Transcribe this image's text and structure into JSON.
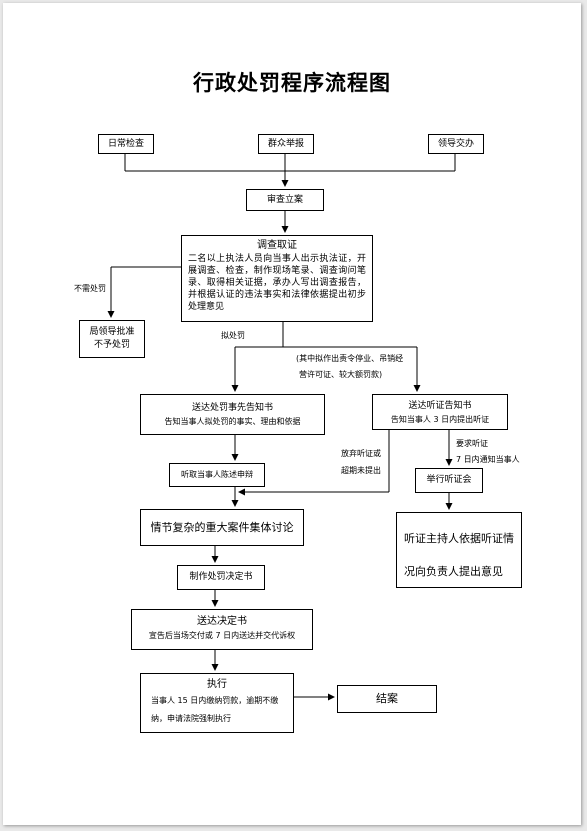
{
  "title": "行政处罚程序流程图",
  "sources": {
    "daily": "日常检查",
    "report": "群众举报",
    "leader": "领导交办"
  },
  "review": "审查立案",
  "investigate": {
    "heading": "调查取证",
    "body": "二名以上执法人员向当事人出示执法证，开展调查、检查，制作现场笔录、调查询问笔录、取得相关证据，承办人写出调查报告，并根据认证的违法事实和法律依据提出初步处理意见"
  },
  "no_penalty_label": "不需处罚",
  "approve": {
    "line1": "局领导批准",
    "line2": "不予处罚"
  },
  "plan_label": "拟处罚",
  "serious_note": {
    "line1": "(其中拟作出责令停业、吊销经",
    "line2": "营许可证、较大额罚款)"
  },
  "notice": {
    "heading": "送达处罚事先告知书",
    "body": "告知当事人拟处罚的事实、理由和依据"
  },
  "hearing_notice": {
    "heading": "送达听证告知书",
    "body": "告知当事人 3 日内提出听证"
  },
  "waive_label": {
    "line1": "放弃听证或",
    "line2": "超期未提出"
  },
  "request_label": {
    "line1": "要求听证",
    "line2": "7 日内通知当事人"
  },
  "defense": "听取当事人陈述申辩",
  "hold_hearing": "举行听证会",
  "collective": "情节复杂的重大案件集体讨论",
  "host_opinion": {
    "line1": "听证主持人依据听证情",
    "line2": "况向负责人提出意见"
  },
  "make_decision": "制作处罚决定书",
  "deliver": {
    "heading": "送达决定书",
    "body": "宣告后当场交付或 7 日内送达并交代诉权"
  },
  "execute": {
    "heading": "执行",
    "body": "当事人 15 日内缴纳罚款，逾期不缴纳，申请法院强制执行"
  },
  "close": "结案"
}
